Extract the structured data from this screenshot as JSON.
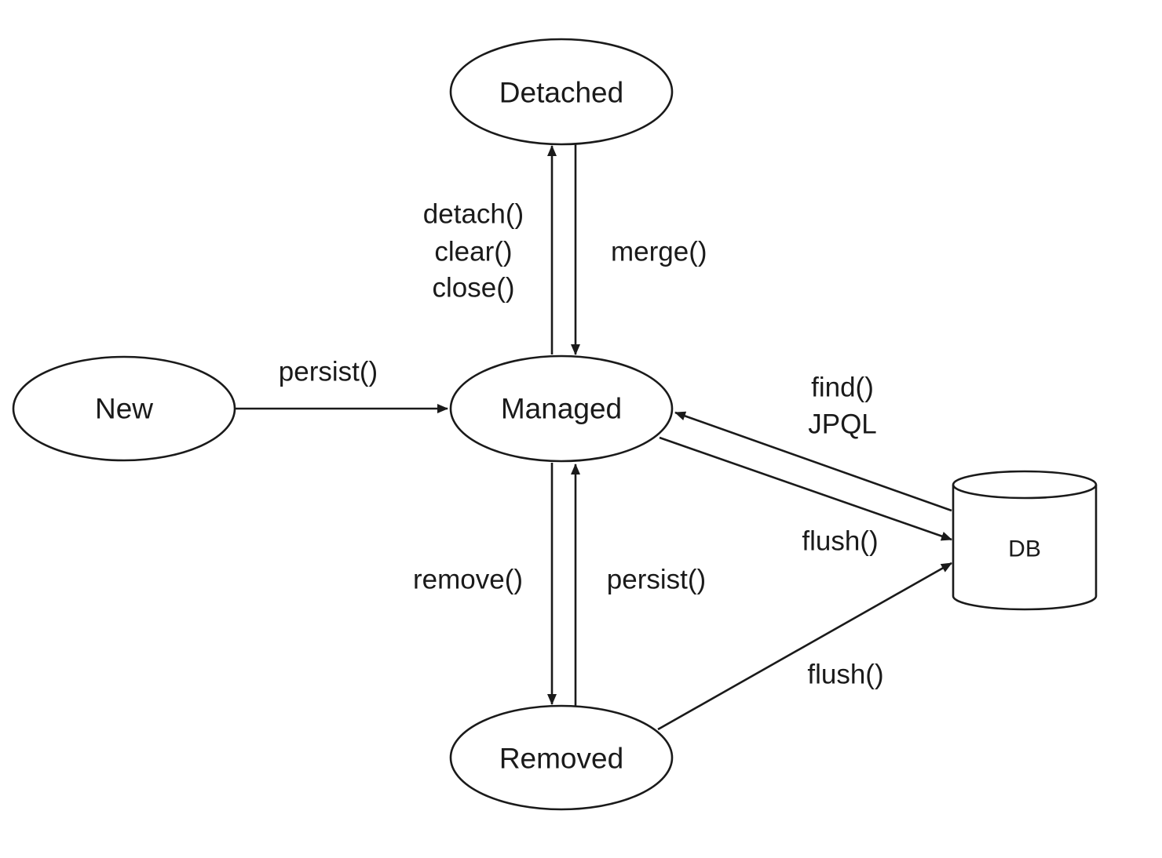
{
  "states": {
    "detached": "Detached",
    "new": "New",
    "managed": "Managed",
    "removed": "Removed",
    "db": "DB"
  },
  "transitions": {
    "detach": [
      "detach()",
      "clear()",
      "close()"
    ],
    "merge": "merge()",
    "persist_new": "persist()",
    "find": [
      "find()",
      "JPQL"
    ],
    "flush_managed": "flush()",
    "remove": "remove()",
    "persist_removed": "persist()",
    "flush_removed": "flush()"
  }
}
